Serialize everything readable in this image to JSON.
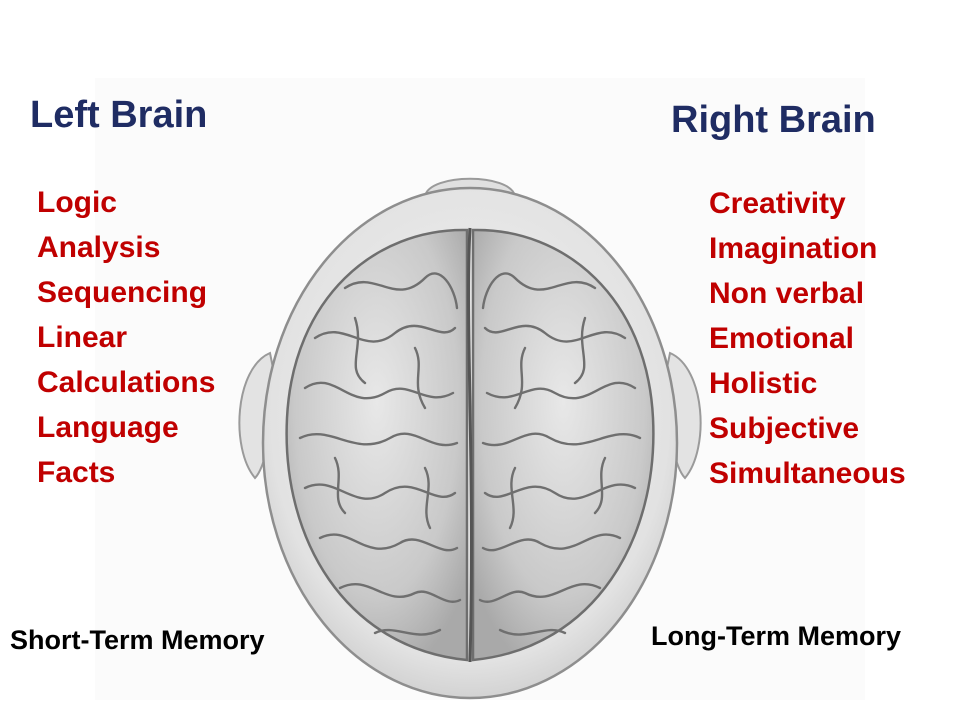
{
  "left": {
    "heading": "Left Brain",
    "traits": [
      "Logic",
      "Analysis",
      "Sequencing",
      "Linear",
      "Calculations",
      "Language",
      "Facts"
    ],
    "memory": "Short-Term Memory"
  },
  "right": {
    "heading": "Right Brain",
    "traits": [
      "Creativity",
      "Imagination",
      "Non verbal",
      "Emotional",
      "Holistic",
      "Subjective",
      "Simultaneous"
    ],
    "memory": "Long-Term Memory"
  },
  "colors": {
    "heading": "#1f2c63",
    "trait": "#c00000",
    "memory": "#000000"
  }
}
